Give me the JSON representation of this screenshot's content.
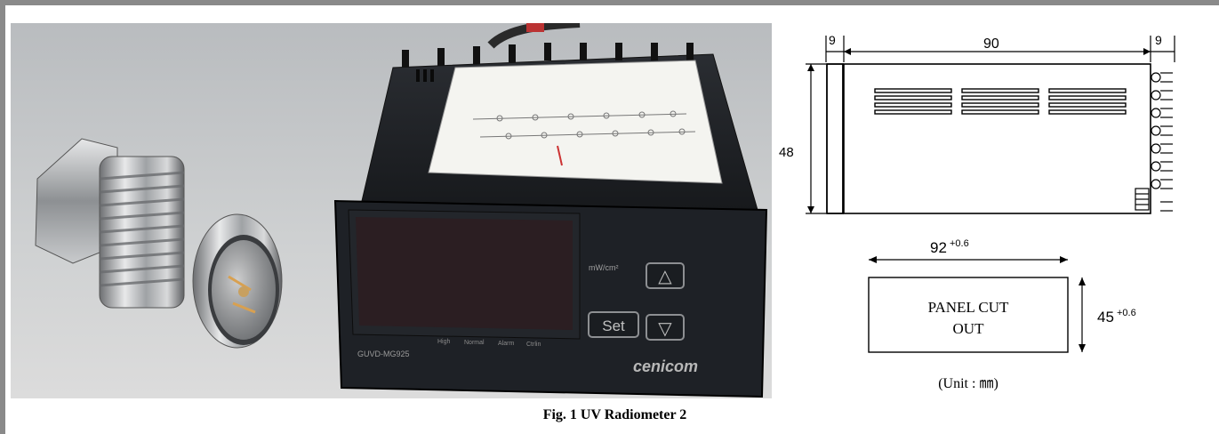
{
  "photo": {
    "display_unit": "mW/cm²",
    "model_label": "GUVD-MG925",
    "brand": "cenicom",
    "set_button": "Set",
    "up_button": "△",
    "down_button": "▽",
    "indicators": [
      "High",
      "Normal",
      "Alarm",
      "Ctrlin"
    ]
  },
  "drawing": {
    "dim_front": "9",
    "dim_length": "90",
    "dim_rear": "9",
    "dim_height": "48",
    "cut_width": "92",
    "cut_width_tol": "+0.6",
    "cut_height": "45",
    "cut_height_tol": "+0.6",
    "panel_line1": "PANEL CUT",
    "panel_line2": "OUT",
    "unit_note": "(Unit : ㎜)"
  },
  "caption": "Fig. 1 UV Radiometer 2"
}
